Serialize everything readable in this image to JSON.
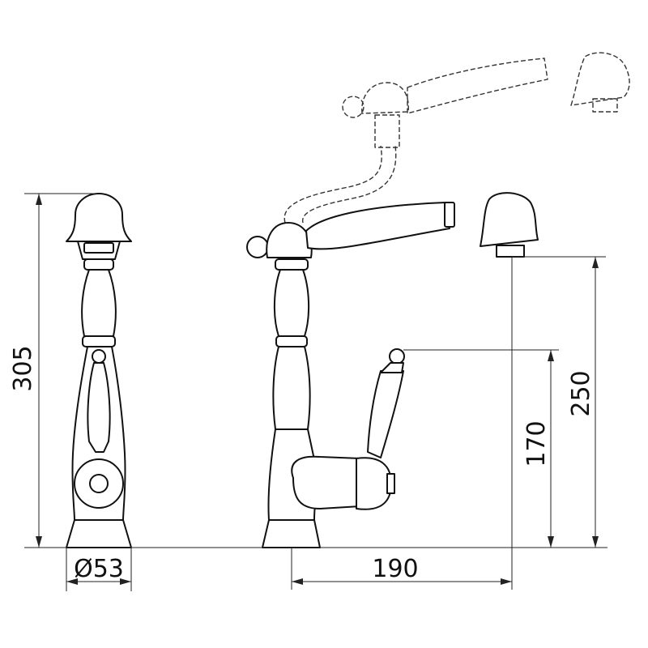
{
  "dimensions": {
    "total_height": "305",
    "diameter": "Ø53",
    "reach": "190",
    "spout_height": "250",
    "handle_height": "170"
  },
  "colors": {
    "line": "#111111",
    "background": "#ffffff"
  }
}
